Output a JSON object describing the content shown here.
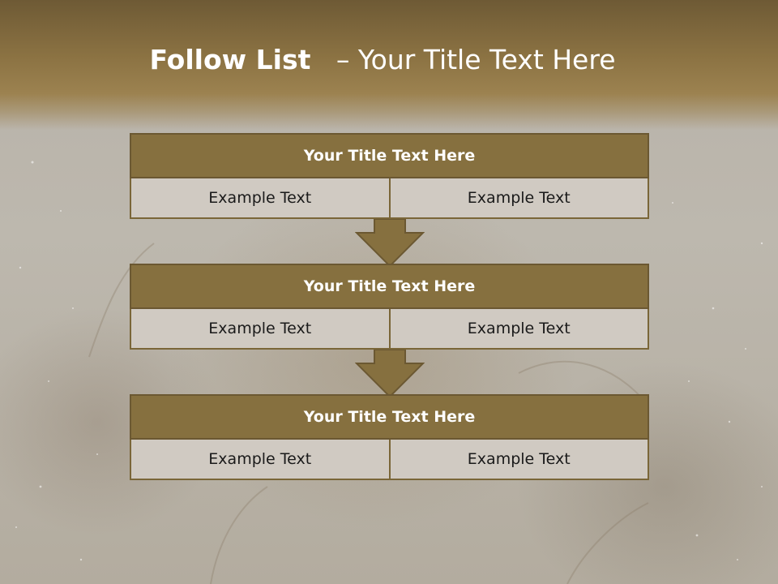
{
  "slide": {
    "title_bold": "Follow List",
    "title_rest": "– Your Title Text Here"
  },
  "stages": [
    {
      "title": "Your Title Text Here",
      "left": "Example Text",
      "right": "Example Text"
    },
    {
      "title": "Your Title Text Here",
      "left": "Example Text",
      "right": "Example Text"
    },
    {
      "title": "Your Title Text Here",
      "left": "Example Text",
      "right": "Example Text"
    }
  ],
  "colors": {
    "header": "#8c7343",
    "box_title": "#86703f",
    "box_cell": "#d0cac2",
    "arrow": "#86703f"
  },
  "icons": [
    "down-arrow-icon"
  ]
}
